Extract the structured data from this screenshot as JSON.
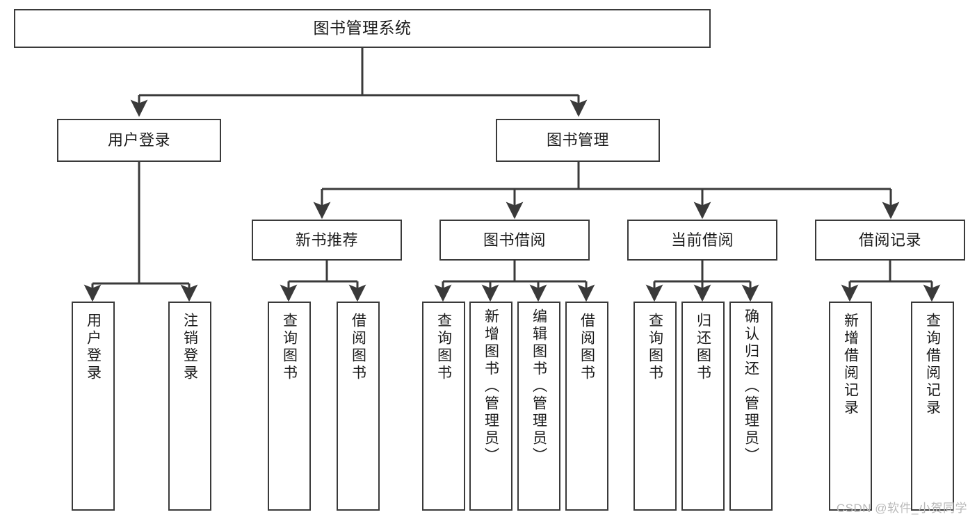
{
  "diagram": {
    "title": "图书管理系统",
    "watermark": "CSDN @软件_小贺同学",
    "line_color": "#3a3a3a",
    "box_fill": "#ffffff",
    "text_color": "#1a1a1a",
    "nodes": {
      "root": {
        "label": "图书管理系统"
      },
      "level2": [
        {
          "id": "user-login",
          "label": "用户登录"
        },
        {
          "id": "book-management",
          "label": "图书管理"
        }
      ],
      "level3": [
        {
          "id": "new-book-recommend",
          "label": "新书推荐"
        },
        {
          "id": "book-borrow",
          "label": "图书借阅"
        },
        {
          "id": "current-borrow",
          "label": "当前借阅"
        },
        {
          "id": "borrow-record",
          "label": "借阅记录"
        }
      ],
      "leaves": {
        "user_login": [
          {
            "id": "leaf-user-login",
            "label": "用户登录"
          },
          {
            "id": "leaf-logout-login",
            "label": "注销登录"
          }
        ],
        "new_book_recommend": [
          {
            "id": "leaf-query-book-1",
            "label": "查询图书"
          },
          {
            "id": "leaf-borrow-book-1",
            "label": "借阅图书"
          }
        ],
        "book_borrow": [
          {
            "id": "leaf-query-book-2",
            "label": "查询图书"
          },
          {
            "id": "leaf-add-book",
            "label": "新增图书（管理员）"
          },
          {
            "id": "leaf-edit-book",
            "label": "编辑图书（管理员）"
          },
          {
            "id": "leaf-borrow-book-2",
            "label": "借阅图书"
          }
        ],
        "current_borrow": [
          {
            "id": "leaf-query-book-3",
            "label": "查询图书"
          },
          {
            "id": "leaf-return-book",
            "label": "归还图书"
          },
          {
            "id": "leaf-confirm-return",
            "label": "确认归还（管理员）"
          }
        ],
        "borrow_record": [
          {
            "id": "leaf-add-record",
            "label": "新增借阅记录"
          },
          {
            "id": "leaf-query-record",
            "label": "查询借阅记录"
          }
        ]
      }
    }
  }
}
